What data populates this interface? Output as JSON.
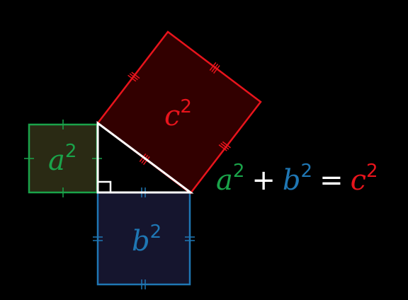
{
  "colors": {
    "background": "#000000",
    "a_square": "#1aa34a",
    "b_square": "#1f77b4",
    "c_square": "#e8141c",
    "triangle": "#ffffff",
    "a_fill": "#2a2a14",
    "b_fill": "#15152e",
    "c_fill": "#320000"
  },
  "labels": {
    "a_square": {
      "base": "a",
      "exp": "2"
    },
    "b_square": {
      "base": "b",
      "exp": "2"
    },
    "c_square": {
      "base": "c",
      "exp": "2"
    }
  },
  "equation": {
    "term1": {
      "base": "a",
      "exp": "2"
    },
    "plus": "+",
    "term2": {
      "base": "b",
      "exp": "2"
    },
    "equals": "=",
    "term3": {
      "base": "c",
      "exp": "2"
    }
  }
}
